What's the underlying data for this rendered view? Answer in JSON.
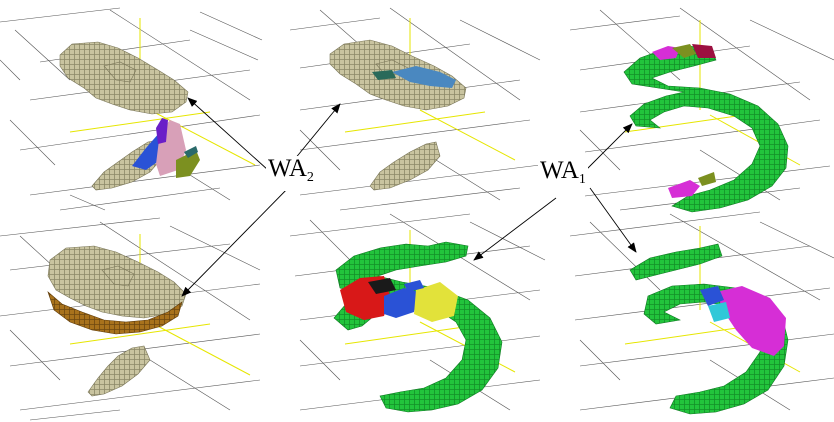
{
  "labels": {
    "wa2_main": "WA",
    "wa2_sub": "2",
    "wa1_main": "WA",
    "wa1_sub": "1"
  },
  "colors": {
    "background": "#ffffff",
    "grid": "#555555",
    "axis": "#e6e600",
    "arrow": "#000000",
    "beige": "#c9c4a0",
    "orange": "#a8721c",
    "green": "#22c43c",
    "red": "#d81818",
    "blue": "#2a52d6",
    "yellow": "#e2e23a",
    "magenta": "#d62ed6",
    "pink": "#d8a0b8",
    "purple": "#6a1ec8",
    "olive": "#7c9020",
    "teal": "#2a6a6a",
    "maroon": "#9c1040"
  },
  "panels": [
    {
      "name": "panel-1",
      "objects": [
        "beige-ring",
        "beige-lower-segment",
        "multicolor-lower-segment"
      ]
    },
    {
      "name": "panel-2",
      "objects": [
        "beige-ring-with-blue",
        "beige-lower-segment"
      ]
    },
    {
      "name": "panel-3",
      "objects": [
        "green-spiral",
        "magenta-olive-top",
        "magenta-lower"
      ]
    },
    {
      "name": "panel-4",
      "objects": [
        "beige-ring-orange-band",
        "beige-lower-segment"
      ]
    },
    {
      "name": "panel-5",
      "objects": [
        "green-spiral",
        "red-blue-yellow-block"
      ]
    },
    {
      "name": "panel-6",
      "objects": [
        "green-spiral",
        "magenta-cyan-block"
      ]
    }
  ]
}
